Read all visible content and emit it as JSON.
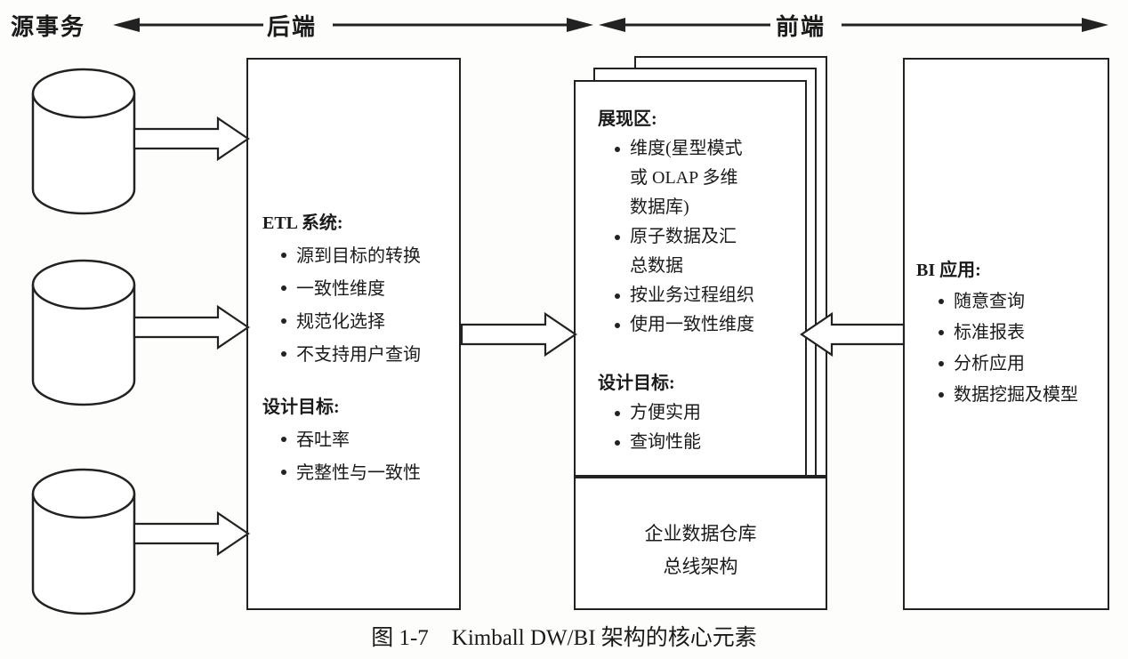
{
  "header": {
    "source_label": "源事务",
    "backend_label": "后端",
    "frontend_label": "前端"
  },
  "etl_box": {
    "title": "ETL 系统:",
    "items": [
      "源到目标的转换",
      "一致性维度",
      "规范化选择",
      "不支持用户查询"
    ],
    "goals_title": "设计目标:",
    "goals": [
      "吞吐率",
      "完整性与一致性"
    ]
  },
  "presentation_box": {
    "title": "展现区:",
    "items": [
      "维度(星型模式\n或 OLAP 多维\n数据库)",
      "原子数据及汇\n总数据",
      "按业务过程组织",
      "使用一致性维度"
    ],
    "goals_title": "设计目标:",
    "goals": [
      "方便实用",
      "查询性能"
    ]
  },
  "bus_box": {
    "line1": "企业数据仓库",
    "line2": "总线架构"
  },
  "bi_box": {
    "title": "BI 应用:",
    "items": [
      "随意查询",
      "标准报表",
      "分析应用",
      "数据挖掘及模型"
    ]
  },
  "caption": {
    "number": "图 1-7",
    "title": "Kimball DW/BI 架构的核心元素"
  },
  "diagram": {
    "source_cylinder_count": 3,
    "stacked_pages_count": 3,
    "colors": {
      "line": "#222222",
      "background": "#fdfdfc",
      "text": "#1a1a1a"
    }
  }
}
